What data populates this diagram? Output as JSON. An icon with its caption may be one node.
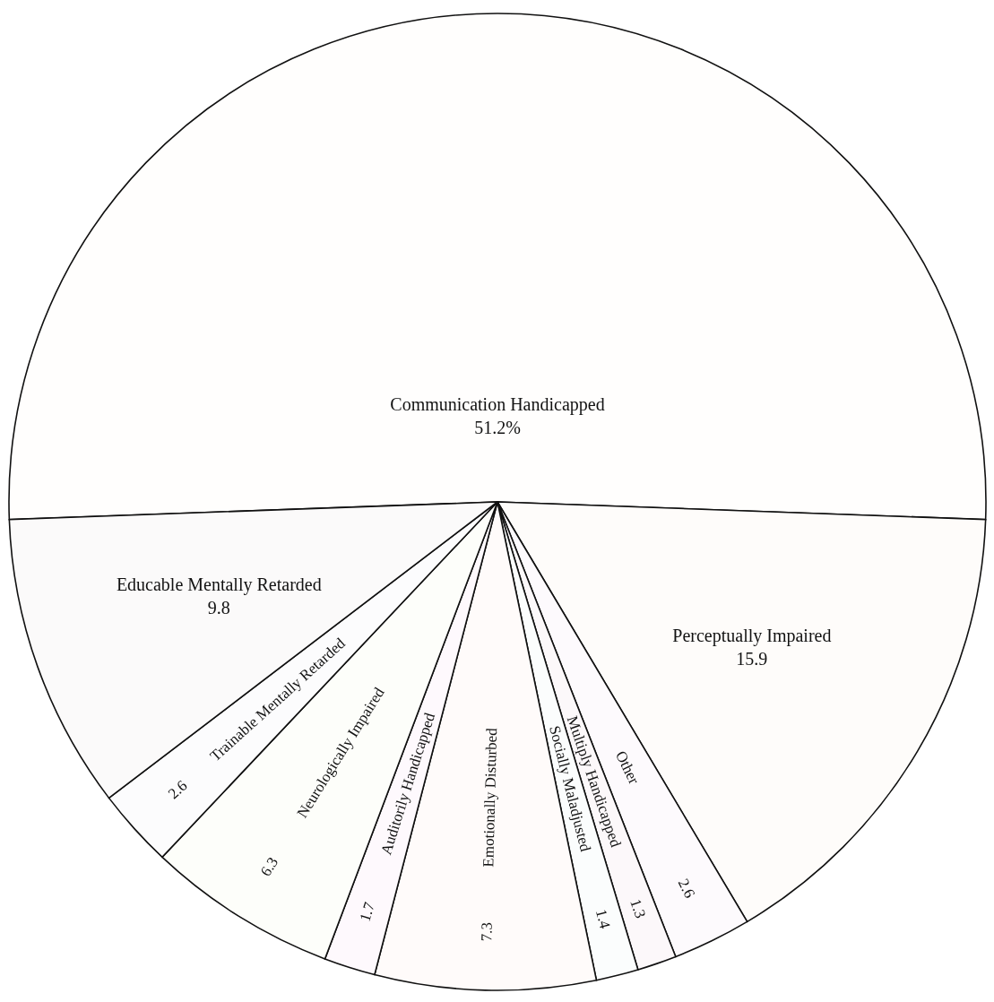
{
  "diagram": {
    "chart_data": {
      "type": "pie",
      "categories": [
        "Communication Handicapped",
        "Perceptually Impaired",
        "Other",
        "Multiply Handicapped",
        "Socially Maladjusted",
        "Emotionally Disturbed",
        "Auditorily Handicapped",
        "Neurologically Impaired",
        "Trainable Mentally Retarded",
        "Educable Mentally Retarded"
      ],
      "values": [
        51.2,
        15.9,
        2.6,
        1.3,
        1.4,
        7.3,
        1.7,
        6.3,
        2.6,
        9.8
      ],
      "value_labels": [
        "51.2%",
        "15.9",
        "2.6",
        "1.3",
        "1.4",
        "7.3",
        "1.7",
        "6.3",
        "2.6",
        "9.8"
      ]
    }
  }
}
